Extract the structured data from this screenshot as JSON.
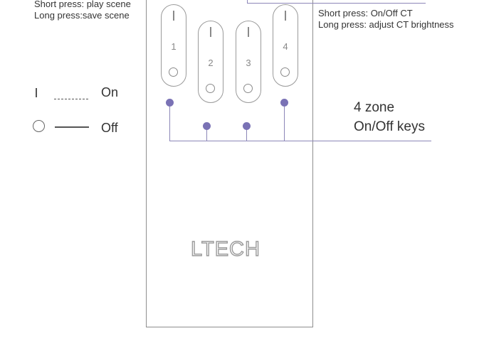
{
  "notes": {
    "scene_short": "Short press: play scene",
    "scene_long": "Long press:save scene",
    "ct_short": "Short press: On/Off CT",
    "ct_long": "Long press: adjust CT brightness"
  },
  "legend": {
    "on_label": "On",
    "off_label": "Off"
  },
  "zone_label": {
    "line1": "4 zone",
    "line2": "On/Off keys"
  },
  "keys": [
    {
      "number": "1"
    },
    {
      "number": "2"
    },
    {
      "number": "3"
    },
    {
      "number": "4"
    }
  ],
  "logo_text": "LTECH",
  "colors": {
    "dot": "#7a72b5",
    "leader_line": "#8c86b8",
    "outline": "#8e8e8e"
  }
}
